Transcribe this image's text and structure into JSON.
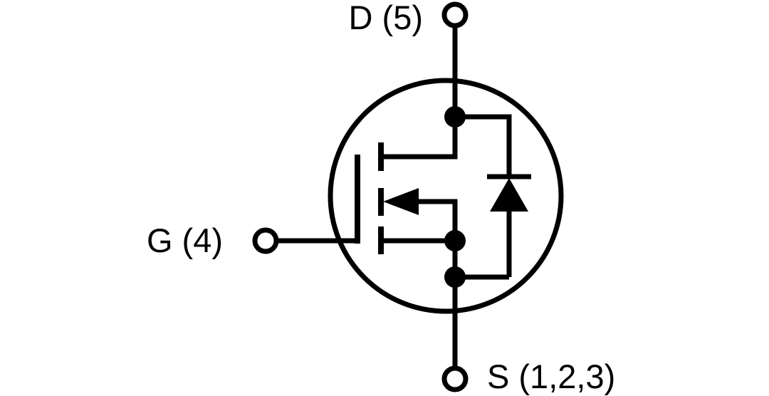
{
  "schematic": {
    "description": "N-channel power MOSFET symbol with integral body diode inside a circular envelope",
    "terminals": {
      "drain": {
        "label": "D (5)"
      },
      "gate": {
        "label": "G (4)"
      },
      "source": {
        "label": "S (1,2,3)"
      }
    },
    "colors": {
      "line": "#000000",
      "background": "#ffffff",
      "text": "#000000"
    }
  }
}
